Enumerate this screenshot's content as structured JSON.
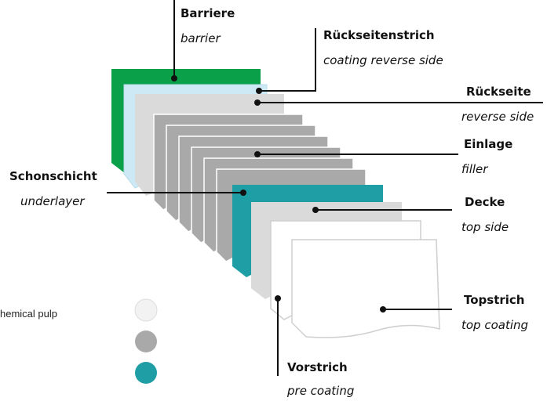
{
  "labels": {
    "barrier": {
      "de": "Barriere",
      "en": "barrier"
    },
    "coating_reverse": {
      "de": "Rückseitenstrich",
      "en": "coating reverse side"
    },
    "reverse_side": {
      "de": "Rückseite",
      "en": "reverse side"
    },
    "filler": {
      "de": "Einlage",
      "en": "filler"
    },
    "underlayer": {
      "de": "Schonschicht",
      "en": "underlayer"
    },
    "top_side": {
      "de": "Decke",
      "en": "top side"
    },
    "top_coating": {
      "de": "Topstrich",
      "en": "top coating"
    },
    "pre_coating": {
      "de": "Vorstrich",
      "en": "pre coating"
    }
  },
  "legend": {
    "item1": "hemical pulp"
  },
  "colors": {
    "barrier": "#0aa04a",
    "coating_reverse": "#cde9f6",
    "light_gray": "#dadada",
    "mid_gray": "#a9a9a9",
    "teal": "#1f9ea6",
    "white": "#ffffff",
    "outline": "#cfcfcf"
  }
}
